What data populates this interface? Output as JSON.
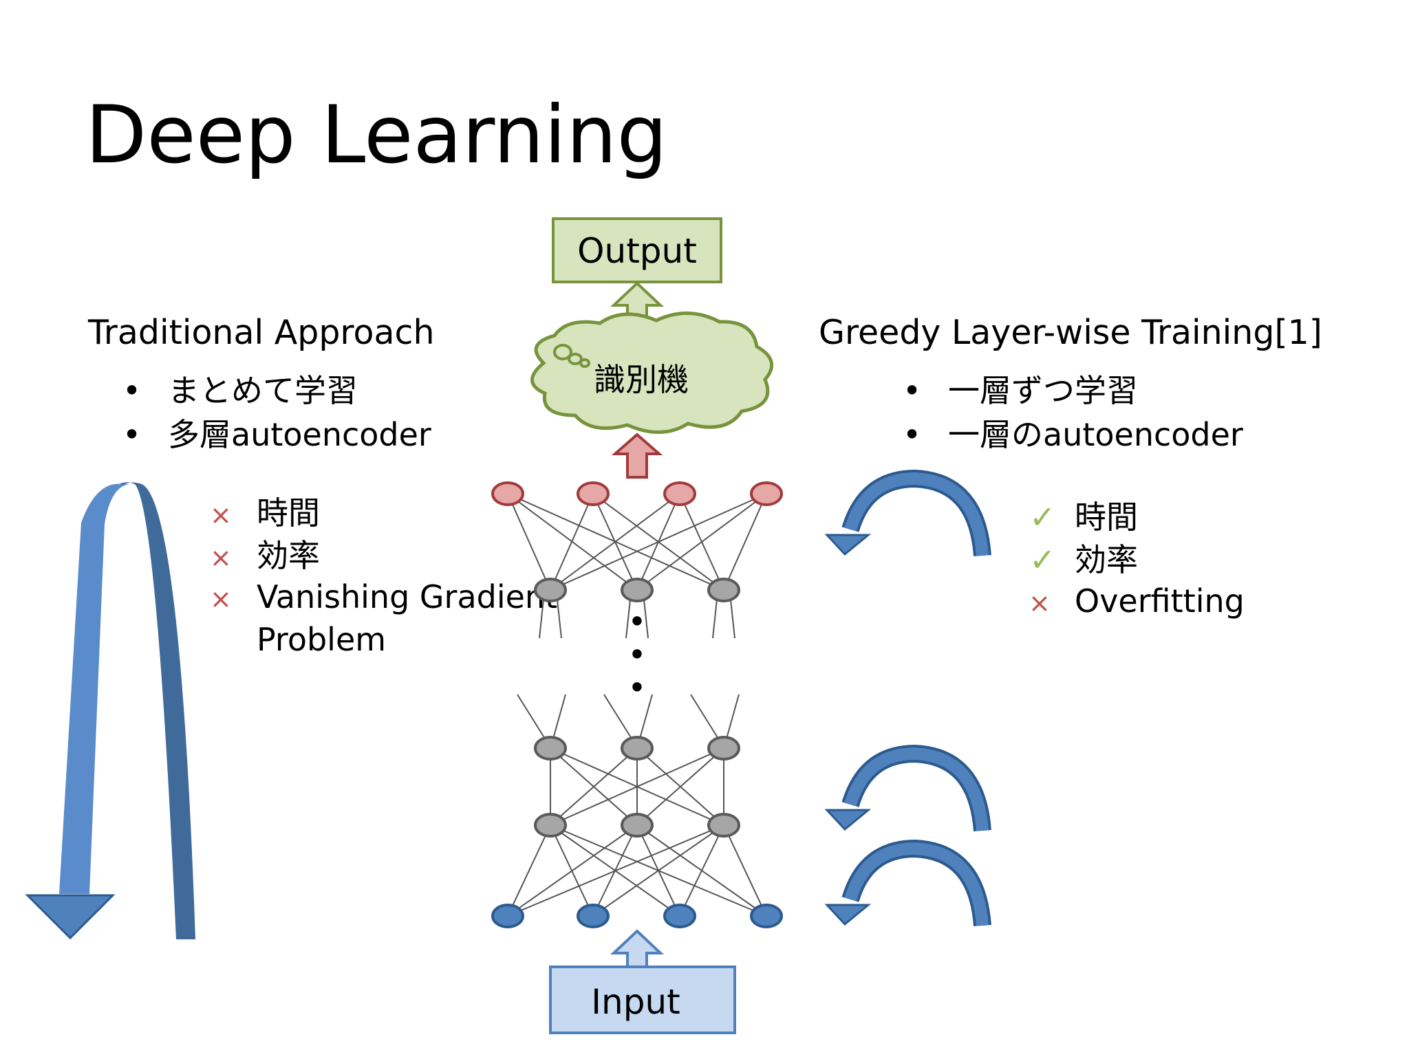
{
  "slide": {
    "title": "Deep Learning",
    "diagram": {
      "output_label": "Output",
      "input_label": "Input",
      "classifier_label": "識別機",
      "ellipsis_glyph": "•"
    },
    "left": {
      "heading": "Traditional Approach",
      "bullet_glyph": "•",
      "bullets": [
        "まとめて学習",
        "多層autoencoder"
      ],
      "mark_glyph": "×",
      "cons": [
        "時間",
        "効率",
        "Vanishing Gradient",
        "Problem"
      ]
    },
    "right": {
      "heading": "Greedy Layer-wise Training[1]",
      "bullet_glyph": "•",
      "bullets": [
        "一層ずつ学習",
        "一層のautoencoder"
      ],
      "check_glyph": "✓",
      "cross_glyph": "×",
      "pros": [
        "時間",
        "効率"
      ],
      "cons": [
        "Overfitting"
      ]
    },
    "colors": {
      "output_fill": "#d7e4bd",
      "output_stroke": "#77933c",
      "input_fill": "#c6d9f1",
      "input_stroke": "#4f81bd",
      "top_node_fill": "#e6a7a7",
      "top_node_stroke": "#a33a3a",
      "hidden_node_fill": "#a6a6a6",
      "hidden_node_stroke": "#5a5a5a",
      "input_node_fill": "#4f81bd",
      "input_node_stroke": "#2c5a8f",
      "arrow_blue": "#4f81bd",
      "cross_red": "#c0504d",
      "check_green": "#9bbb59"
    }
  }
}
